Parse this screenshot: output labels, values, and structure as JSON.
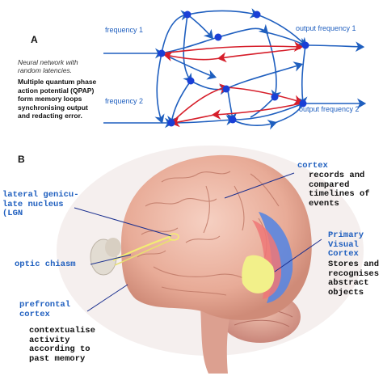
{
  "panel_a": {
    "letter": "A",
    "labels": {
      "frequency_1": "frequency 1",
      "frequency_2": "frequency 2",
      "output_frequency_1": "output frequency 1",
      "output_frequency_2": "output frequency 2"
    },
    "caption_italic": [
      "Neural network with",
      "random latencies."
    ],
    "caption_bold": [
      "Multiple quantum phase",
      "action potential (QPAP)",
      "form memory loops",
      "synchronising output",
      "and redacting error."
    ],
    "colors": {
      "network": "#1f5fbf",
      "loop": "#d61e2a",
      "node": "#1a3fd6"
    }
  },
  "panel_b": {
    "letter": "B",
    "lgn": [
      "lateral genicu-",
      "late nucleus",
      "(LGN"
    ],
    "optic_chiasm": "optic chiasm",
    "prefrontal": [
      "prefrontal",
      "cortex"
    ],
    "prefrontal_desc": [
      "contextualise",
      "activity",
      "according to",
      "past memory"
    ],
    "cortex": "cortex",
    "cortex_desc": [
      "records and",
      "compared",
      "timelines of",
      "events"
    ],
    "visual_title": [
      "Primary",
      "Visual",
      "Cortex"
    ],
    "visual_desc": [
      "Stores and",
      "recognises",
      "abstract",
      "objects"
    ],
    "colors": {
      "brain": "#e9b5a2",
      "visual_red": "#ee7777",
      "visual_blue": "#5a86e0",
      "visual_yellow": "#f2f08a"
    }
  }
}
